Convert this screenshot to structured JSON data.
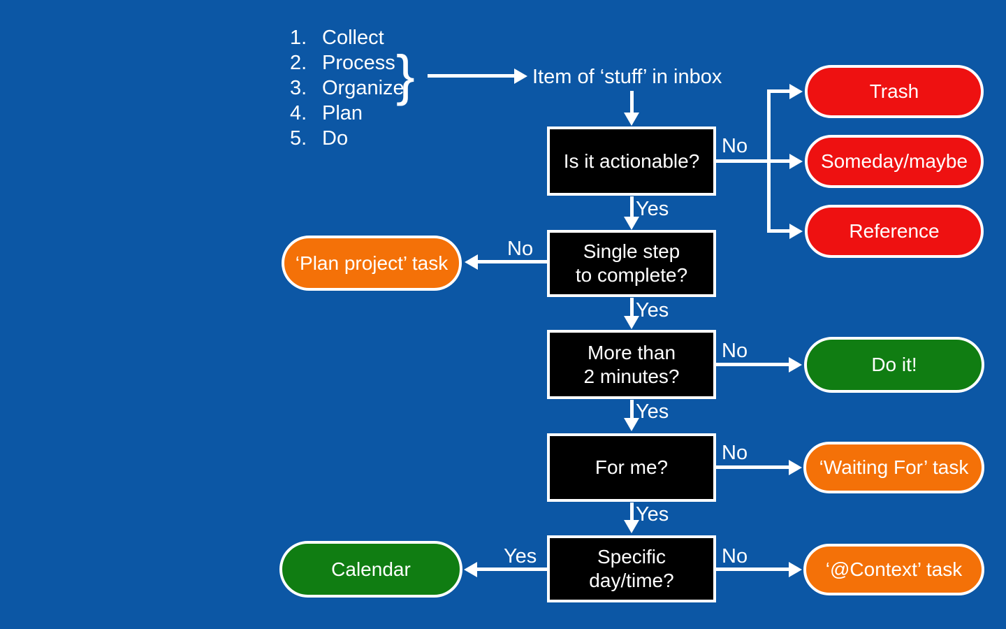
{
  "colors": {
    "background": "#0C57A5",
    "red": "#EE1111",
    "orange": "#F47108",
    "green": "#107D12",
    "node": "#000000",
    "line": "#FFFFFF"
  },
  "process_list": {
    "items": [
      {
        "number": "1.",
        "label": "Collect"
      },
      {
        "number": "2.",
        "label": "Process"
      },
      {
        "number": "3.",
        "label": "Organize"
      },
      {
        "number": "4.",
        "label": "Plan"
      },
      {
        "number": "5.",
        "label": "Do"
      }
    ],
    "brace": "}"
  },
  "flow": {
    "inbox_label": "Item of ‘stuff’ in inbox",
    "decisions": {
      "actionable": {
        "label": "Is it actionable?"
      },
      "single_step": {
        "line1": "Single step",
        "line2": "to complete?"
      },
      "two_minutes": {
        "line1": "More than",
        "line2": "2 minutes?"
      },
      "for_me": {
        "label": "For me?"
      },
      "day_time": {
        "line1": "Specific",
        "line2": "day/time?"
      }
    },
    "outcomes": {
      "trash": {
        "label": "Trash"
      },
      "someday": {
        "label": "Someday/maybe"
      },
      "reference": {
        "label": "Reference"
      },
      "plan_project": {
        "label": "‘Plan project’ task"
      },
      "do_it": {
        "label": "Do it!"
      },
      "waiting_for": {
        "label": "‘Waiting For’ task"
      },
      "calendar": {
        "label": "Calendar"
      },
      "context": {
        "label": "‘@Context’ task"
      }
    },
    "edge_labels": {
      "actionable_no": "No",
      "actionable_yes": "Yes",
      "single_step_no": "No",
      "single_step_yes": "Yes",
      "two_minutes_no": "No",
      "two_minutes_yes": "Yes",
      "for_me_no": "No",
      "for_me_yes": "Yes",
      "day_time_yes": "Yes",
      "day_time_no": "No"
    }
  }
}
